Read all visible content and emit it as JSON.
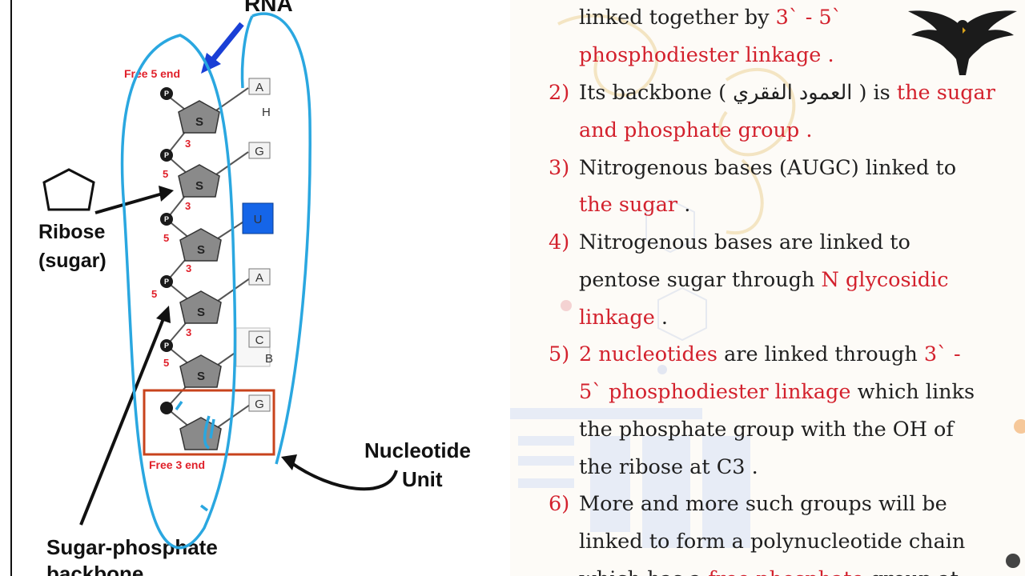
{
  "diagram": {
    "title": "RNA",
    "free5": "Free 5 end",
    "free3": "Free 3 end",
    "ribose_label_1": "Ribose",
    "ribose_label_2": "(sugar)",
    "nucleotide_label_1": "Nucleotide",
    "nucleotide_label_2": "Unit",
    "backbone_label_1": "Sugar-phosphate",
    "backbone_label_2": "backbone",
    "phosphate_symbol": "P",
    "sugar_symbol": "S",
    "bases": [
      "A",
      "G",
      "U",
      "A",
      "C",
      "G"
    ],
    "side_fragments": [
      "H",
      "B"
    ],
    "carbon_labels": {
      "three": "3",
      "five": "5"
    }
  },
  "notes": {
    "top_line": "linked together by",
    "top_line_red": "3` - 5`",
    "line_phospho": "phosphodiester linkage .",
    "items": [
      {
        "num": "2)",
        "a": "Its backbone ( العمود الفقري ) is",
        "b": "the sugar"
      },
      {
        "cont": "and phosphate group ."
      },
      {
        "num": "3)",
        "a": "Nitrogenous bases (AUGC) linked to"
      },
      {
        "cont_red": "the sugar",
        "cont_black": " ."
      },
      {
        "num": "4)",
        "a": "Nitrogenous bases are linked to"
      },
      {
        "a": "pentose sugar through",
        "b": "N glycosidic"
      },
      {
        "cont_red": "linkage",
        "cont_black": " ."
      },
      {
        "num": "5)",
        "red1": "2 nucleotides",
        "a": "are linked through",
        "b": "3` -"
      },
      {
        "red1": "5`  phosphodiester linkage",
        "a": "which links"
      },
      {
        "a": "the phosphate group with the OH of"
      },
      {
        "a": "the ribose at C3 ."
      },
      {
        "num": "6)",
        "a": "More and more such groups will be"
      },
      {
        "a": "linked to form a polynucleotide chain"
      },
      {
        "a": "which has a",
        "b": "free phosphate",
        "c": "group at"
      }
    ]
  },
  "colors": {
    "annotation_blue": "#2aa7e0",
    "accent_red": "#d3212d",
    "box_orange": "#c8431c",
    "uracil_blue": "#1565e8",
    "sugar_gray": "#8a8a8a"
  },
  "icons": [
    "eagle-logo-icon",
    "scroll-indicator-icon"
  ]
}
